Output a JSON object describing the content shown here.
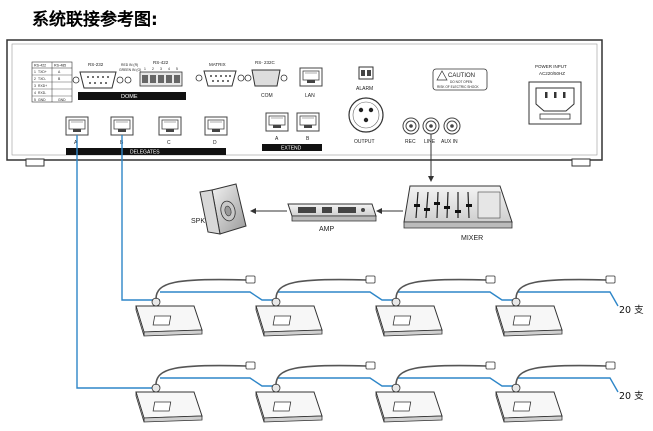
{
  "title": "系统联接参考图:",
  "panel": {
    "rs232_label": "RS-232",
    "red_label": "RED IN (R)",
    "green_label": "GREEN IN (G)",
    "rs422_label": "RS-422",
    "rs422_pins": [
      "1",
      "2",
      "3",
      "4",
      "5"
    ],
    "table_left_header": "RS-422",
    "table_right_header": "RS-485",
    "table_left_rows": [
      "TXD+",
      "TXD-",
      "RXD+",
      "RXD-",
      "GND"
    ],
    "table_right_rows": [
      "A",
      "B",
      "",
      "",
      "GND"
    ],
    "table_index": [
      "1",
      "2",
      "3",
      "4",
      "5"
    ],
    "dome_label": "DOME",
    "matrix_label": "MATRIX",
    "rs232c_label": "RS- 232C",
    "com_label": "COM",
    "lan_label": "LAN",
    "alarm_label": "ALARM",
    "output_label": "OUTPUT",
    "caution_title": "CAUTION",
    "caution_line1": "DO NOT OPEN",
    "caution_line2": "RISK OF ELECTRIC SHOCK",
    "power_label": "POWER INPUT",
    "power_spec": "AC220/50HZ",
    "rec_label": "REC",
    "line_label": "LINE",
    "auxin_label": "AUX IN",
    "delegate_ports": [
      "A",
      "B",
      "C",
      "D"
    ],
    "delegates_label": "DELEGATES",
    "extend_ports": [
      "A",
      "B"
    ],
    "extend_label": "EXTEND"
  },
  "devices": {
    "spk_label": "SPK",
    "amp_label": "AMP",
    "mixer_label": "MIXER"
  },
  "chains": {
    "row1_count": "20 支",
    "row2_count": "20 支"
  },
  "colors": {
    "cable": "#2e86c8",
    "panel_stroke": "#333333",
    "bar_fill": "#111111"
  }
}
